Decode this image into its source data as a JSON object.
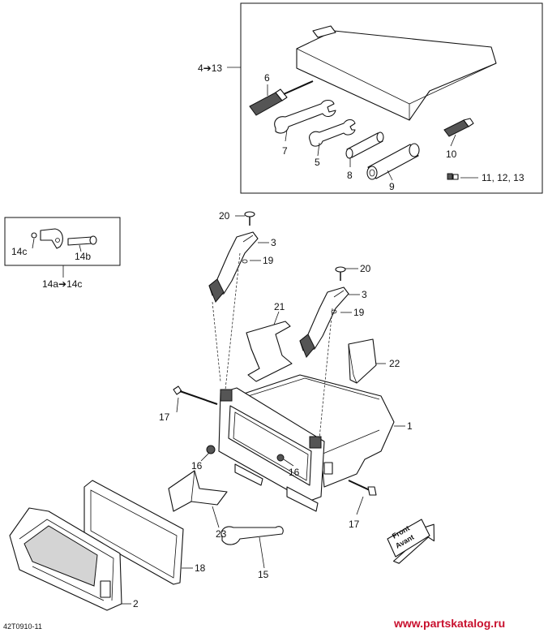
{
  "labels": {
    "range_4_13": "4➔13",
    "p1": "1",
    "p2": "2",
    "p3a": "3",
    "p3b": "3",
    "p5": "5",
    "p6": "6",
    "p7": "7",
    "p8": "8",
    "p9": "9",
    "p10": "10",
    "p11_13": "11, 12, 13",
    "p14b": "14b",
    "p14c": "14c",
    "range_14": "14a➔14c",
    "p15": "15",
    "p16a": "16",
    "p16b": "16",
    "p17a": "17",
    "p17b": "17",
    "p18": "18",
    "p19a": "19",
    "p19b": "19",
    "p20a": "20",
    "p20b": "20",
    "p21": "21",
    "p22": "22",
    "p23": "23"
  },
  "direction_arrow": {
    "line1": "Front",
    "line2": "Avant"
  },
  "drawing_code": "42T0910-11",
  "watermark": "www.partskatalog.ru"
}
